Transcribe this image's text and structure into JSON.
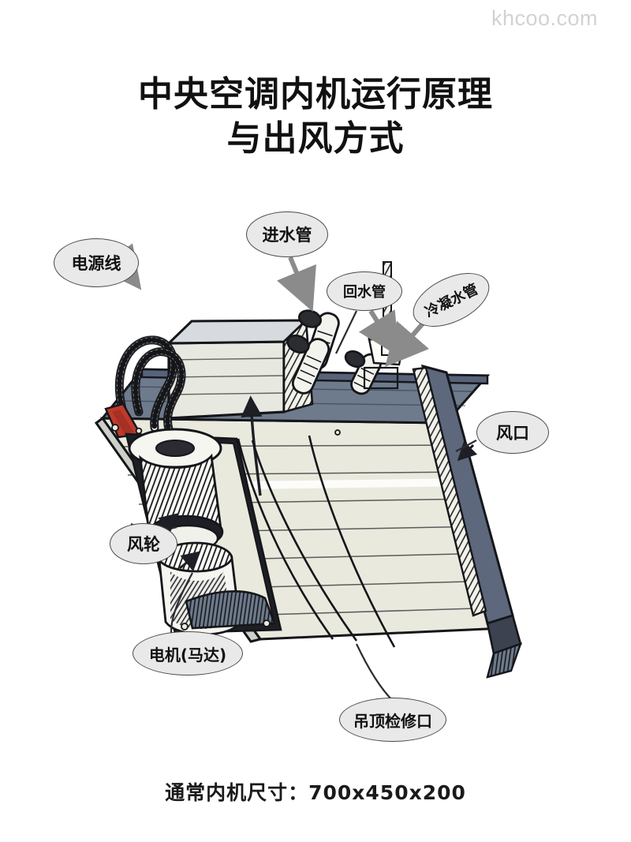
{
  "watermark": {
    "text": "khcoo.com",
    "color": "#d2d2d2"
  },
  "title": {
    "line1": "中央空调内机运行原理",
    "line2": "与出风方式"
  },
  "caption": {
    "text": "通常内机尺寸：700x450x200"
  },
  "diagram": {
    "description": "中央空调风管机（内机）手绘轴测剖视图",
    "palette": {
      "top_panel": "#6e7b8d",
      "body_cream": "#e9e9dd",
      "outline": "#15161a",
      "callout_fill": "#e9e9ea",
      "callout_stroke": "#4a4a4a",
      "accent_red": "#c0392b",
      "vent_slot": "#5d687c"
    },
    "callouts": [
      {
        "id": "power-cable",
        "label": "电源线",
        "target": "左端电源接线盒"
      },
      {
        "id": "water-inlet",
        "label": "进水管",
        "target": "顶板进水管接头"
      },
      {
        "id": "water-return",
        "label": "回水管",
        "target": "顶板回水管接头"
      },
      {
        "id": "condensate",
        "label": "冷凝水管",
        "target": "顶板冷凝水排水管"
      },
      {
        "id": "air-outlet",
        "label": "风口",
        "target": "右侧出风口"
      },
      {
        "id": "fan-wheel",
        "label": "风轮",
        "target": "贯流风轮"
      },
      {
        "id": "motor",
        "label": "电机(马达)",
        "target": "风机电机"
      },
      {
        "id": "access-panel",
        "label": "吊顶检修口",
        "target": "吊顶检修口"
      }
    ]
  }
}
